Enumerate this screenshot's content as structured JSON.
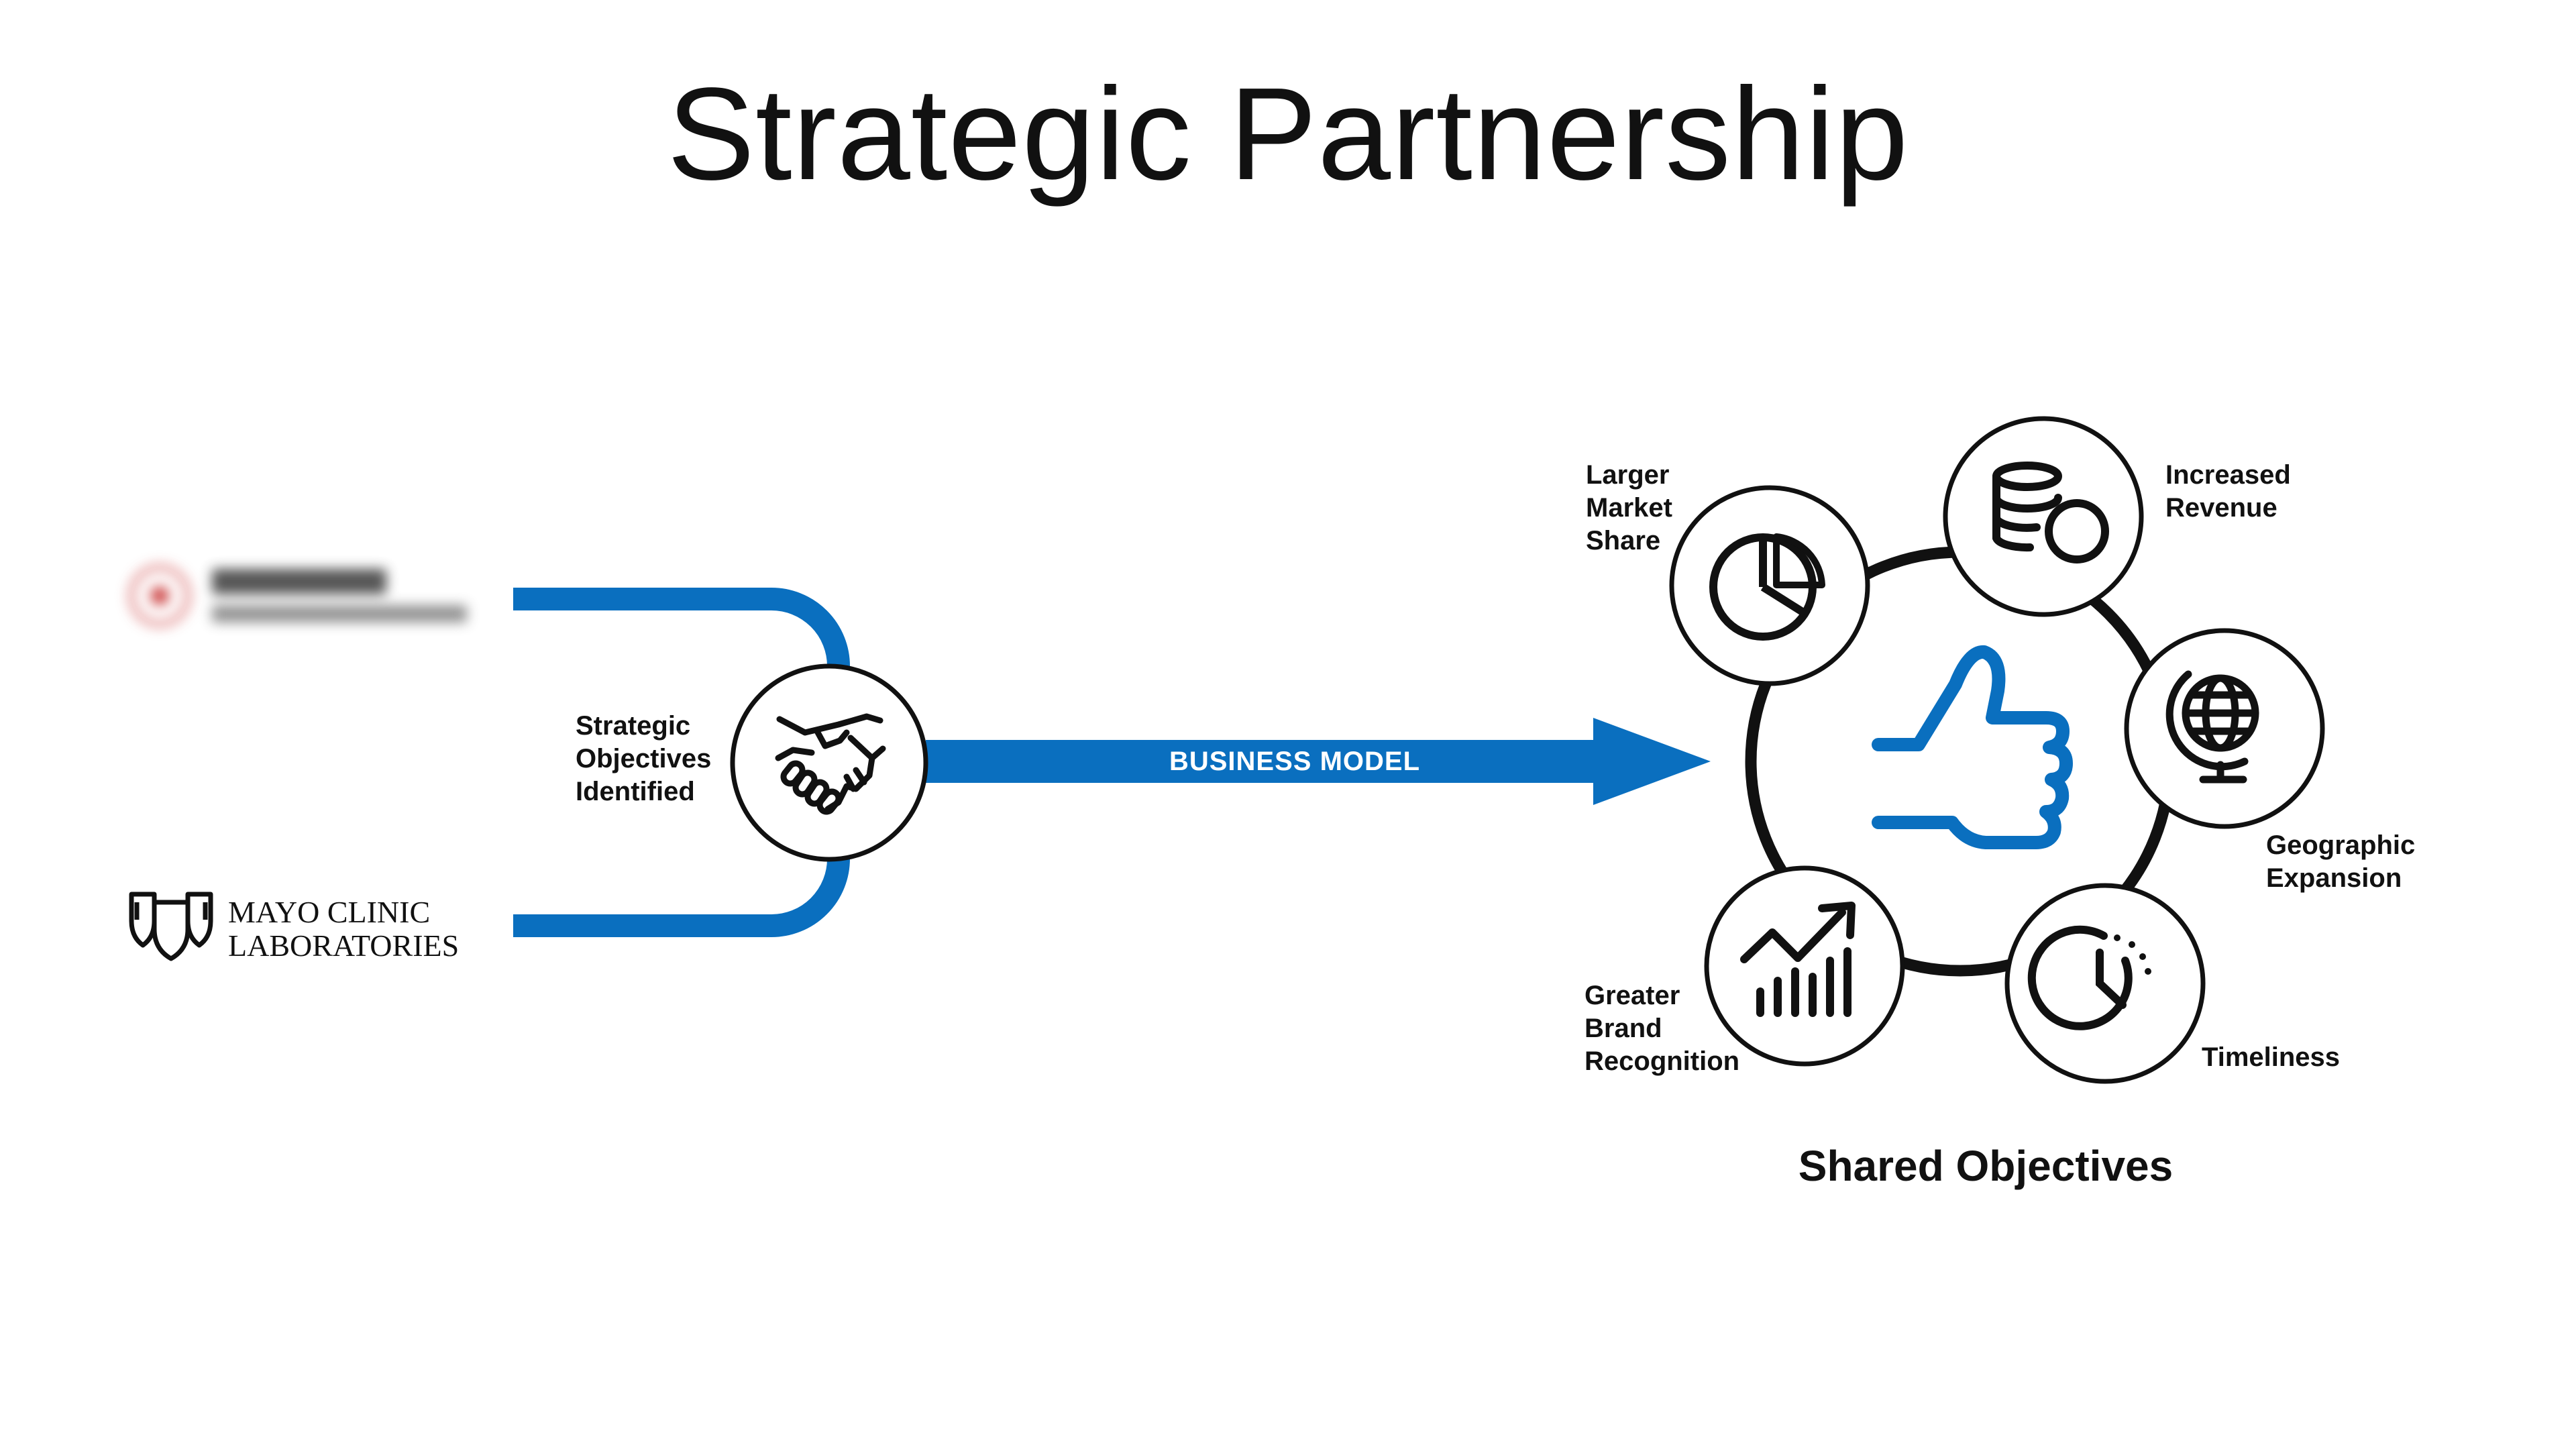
{
  "title": "Strategic Partnership",
  "partners": {
    "top_logo_icon": "blurred-partner-logo",
    "mayo_line1": "MAYO CLINIC",
    "mayo_line2": "LABORATORIES",
    "mayo_icon": "mayo-shields-icon"
  },
  "hub": {
    "label": "Strategic\nObjectives\nIdentified",
    "icon": "handshake-icon"
  },
  "arrow": {
    "label": "BUSINESS MODEL",
    "color": "#0a6fbf"
  },
  "objectives": {
    "title": "Shared Objectives",
    "center_icon": "thumbs-up-icon",
    "items": [
      {
        "label": "Larger\nMarket\nShare",
        "icon": "pie-chart-icon"
      },
      {
        "label": "Increased\nRevenue",
        "icon": "coins-icon"
      },
      {
        "label": "Geographic\nExpansion",
        "icon": "globe-icon"
      },
      {
        "label": "Timeliness",
        "icon": "clock-icon"
      },
      {
        "label": "Greater\nBrand\nRecognition",
        "icon": "growth-chart-icon"
      }
    ]
  },
  "colors": {
    "accent_blue": "#0a6fbf",
    "outline": "#111111"
  }
}
